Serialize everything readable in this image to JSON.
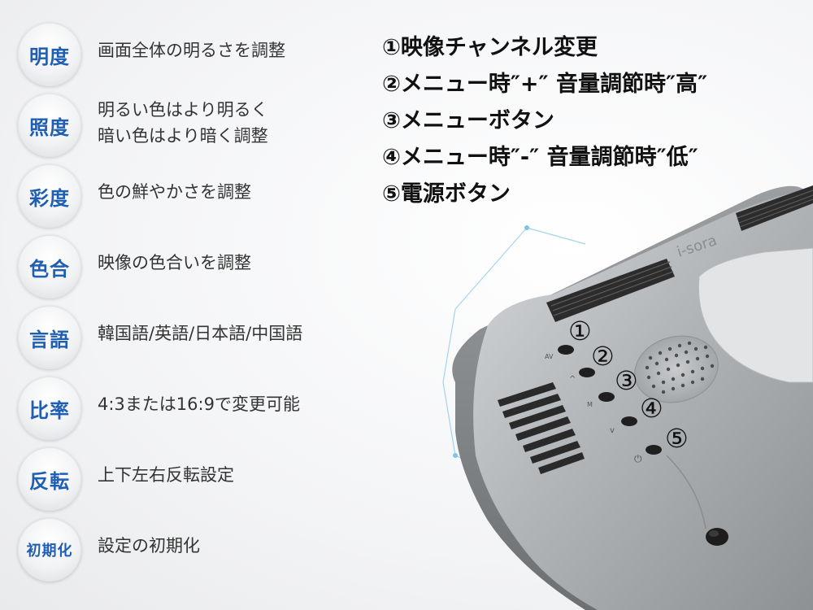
{
  "features": [
    {
      "badge": "明度",
      "lines": [
        "画面全体の明るさを調整"
      ]
    },
    {
      "badge": "照度",
      "lines": [
        "明るい色はより明るく",
        "暗い色はより暗く調整"
      ]
    },
    {
      "badge": "彩度",
      "lines": [
        "色の鮮やかさを調整"
      ]
    },
    {
      "badge": "色合",
      "lines": [
        "映像の色合いを調整"
      ]
    },
    {
      "badge": "言語",
      "lines": [
        "韓国語/英語/日本語/中国語"
      ]
    },
    {
      "badge": "比率",
      "lines": [
        "4:3または16:9で変更可能"
      ]
    },
    {
      "badge": "反転",
      "lines": [
        "上下左右反転設定"
      ]
    },
    {
      "badge": "初期化",
      "lines": [
        "設定の初期化"
      ]
    }
  ],
  "buttons": [
    "①映像チャンネル変更",
    "②メニュー時″+″ 音量調節時″高″",
    "③メニューボタン",
    "④メニュー時″-″ 音量調節時″低″",
    "⑤電源ボタン"
  ],
  "device": {
    "brand": "i-sora",
    "callouts": [
      "①",
      "②",
      "③",
      "④",
      "⑤"
    ],
    "colors": {
      "body": "#a7aaad",
      "highlight": "#d9dbdd",
      "vent": "#2a2a2a",
      "accent_line": "#7ec3e8"
    }
  }
}
